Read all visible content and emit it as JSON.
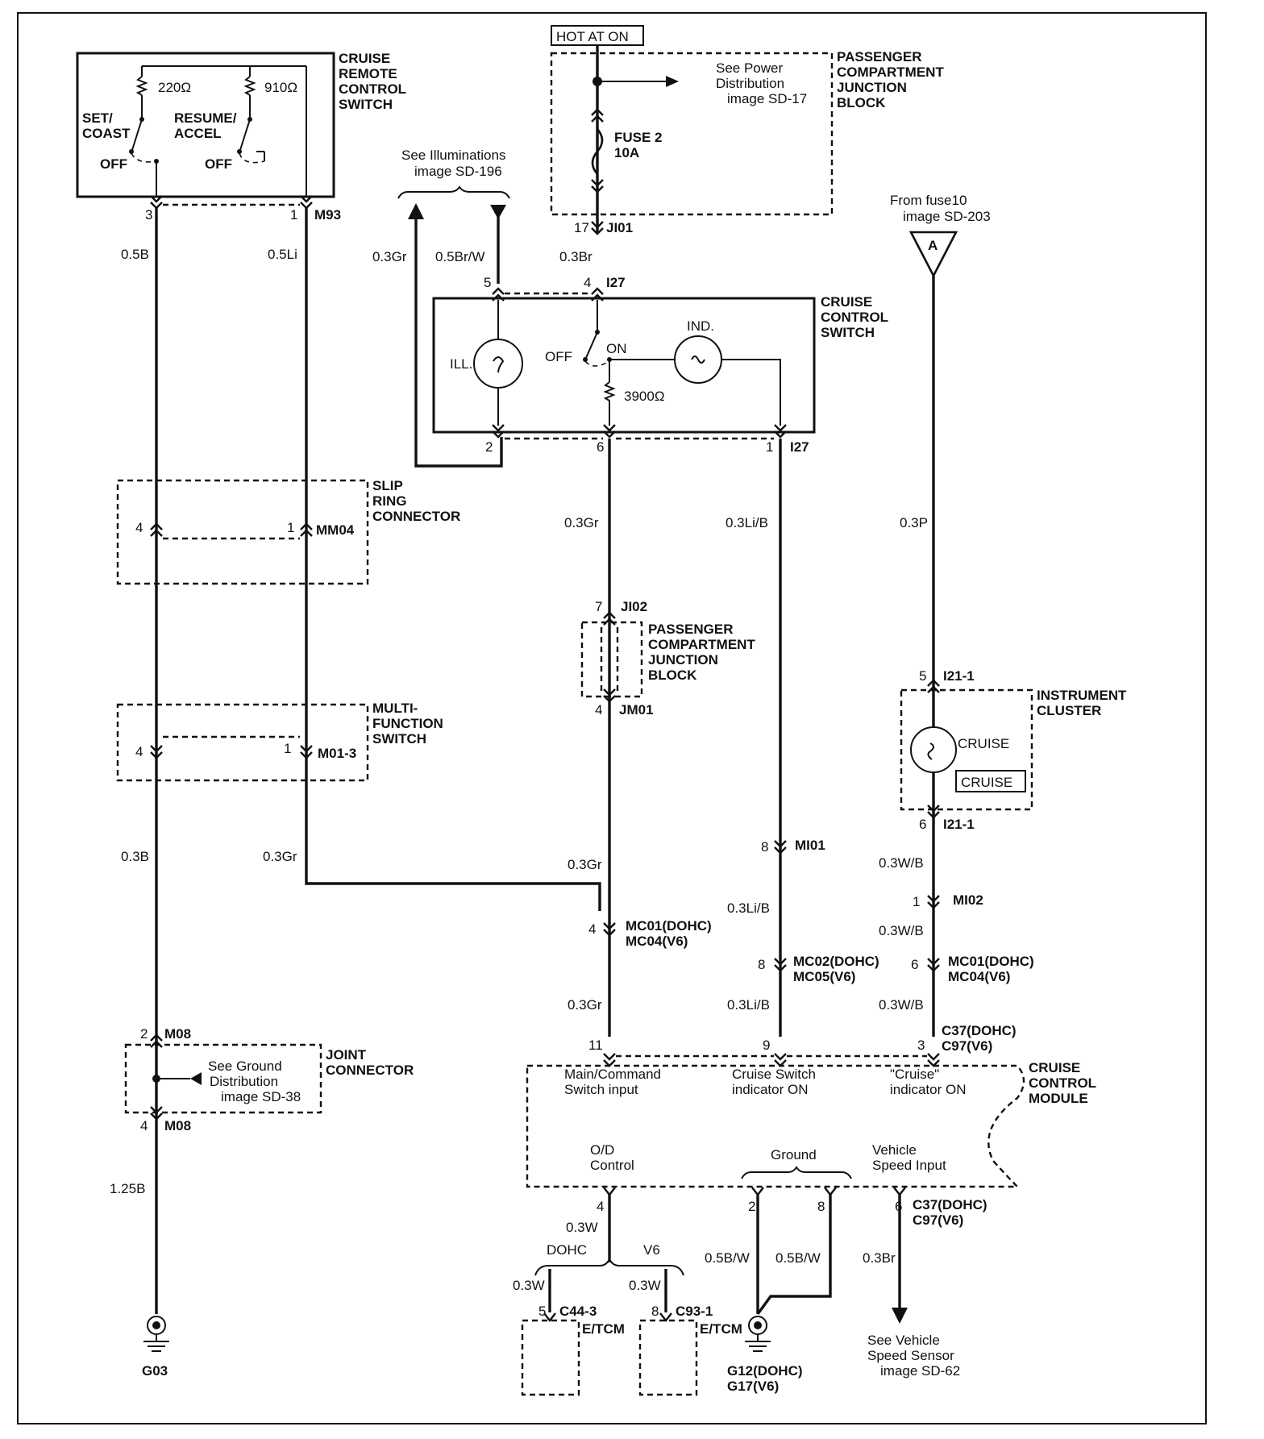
{
  "remote_switch": {
    "title": [
      "CRUISE",
      "REMOTE",
      "CONTROL",
      "SWITCH"
    ],
    "r1": "220Ω",
    "r2": "910Ω",
    "set_coast": [
      "SET/",
      "COAST"
    ],
    "resume_accel": [
      "RESUME/",
      "ACCEL"
    ],
    "off": "OFF",
    "pin_left": "3",
    "pin_right": "1",
    "connector": "M93"
  },
  "hot_at_on": "HOT AT ON",
  "pcjb_top": {
    "title": [
      "PASSENGER",
      "COMPARTMENT",
      "JUNCTION",
      "BLOCK"
    ],
    "see_power": [
      "See Power",
      "Distribution",
      "image SD-17"
    ],
    "fuse": [
      "FUSE 2",
      "10A"
    ],
    "pin": "17",
    "connector": "JI01"
  },
  "illum_note": [
    "See Illuminations",
    "image SD-196"
  ],
  "fuse10_note": [
    "From fuse10",
    "image SD-203"
  ],
  "offpage_a": "A",
  "cruise_switch": {
    "title": [
      "CRUISE",
      "CONTROL",
      "SWITCH"
    ],
    "ill": "ILL.",
    "ind": "IND.",
    "off": "OFF",
    "on": "ON",
    "resistor": "3900Ω",
    "pin5": "5",
    "pin4": "4",
    "top_connector": "I27",
    "pin2": "2",
    "pin6": "6",
    "pin1": "1",
    "bottom_connector": "I27"
  },
  "wires": {
    "w_05B": "0.5B",
    "w_05Li": "0.5Li",
    "w_03Gr_top": "0.3Gr",
    "w_05BrW": "0.5Br/W",
    "w_03Br": "0.3Br",
    "w_03Gr_mid": "0.3Gr",
    "w_03LiB_mid": "0.3Li/B",
    "w_03P": "0.3P",
    "w_03B": "0.3B",
    "w_03Gr_left": "0.3Gr",
    "w_03Gr_jm": "0.3Gr",
    "w_03LiB_a": "0.3Li/B",
    "w_03WB_a": "0.3W/B",
    "w_03WB_b": "0.3W/B",
    "w_03Gr_low": "0.3Gr",
    "w_03LiB_low": "0.3Li/B",
    "w_03WB_low": "0.3W/B",
    "w_125B": "1.25B",
    "w_03W": "0.3W",
    "w_03W_dohc": "0.3W",
    "w_03W_v6": "0.3W",
    "w_05BW_a": "0.5B/W",
    "w_05BW_b": "0.5B/W",
    "w_03Br_low": "0.3Br"
  },
  "slip_ring": {
    "title": [
      "SLIP",
      "RING",
      "CONNECTOR"
    ],
    "pin_left": "4",
    "pin_right": "1",
    "connector": "MM04"
  },
  "multi_function": {
    "title": [
      "MULTI-",
      "FUNCTION",
      "SWITCH"
    ],
    "pin_left": "4",
    "pin_right": "1",
    "connector": "M01-3"
  },
  "pcjb_mid": {
    "title": [
      "PASSENGER",
      "COMPARTMENT",
      "JUNCTION",
      "BLOCK"
    ],
    "pin_top": "7",
    "connector_top": "JI02",
    "pin_bottom": "4",
    "connector_bottom": "JM01"
  },
  "instrument_cluster": {
    "title": [
      "INSTRUMENT",
      "CLUSTER"
    ],
    "lamp": "CRUISE",
    "indicator": "CRUISE",
    "pin_top": "5",
    "connector_top": "I21-1",
    "pin_bottom": "6",
    "connector_bottom": "I21-1"
  },
  "connectors": {
    "mi01_pin": "8",
    "mi01": "MI01",
    "mi02_pin": "1",
    "mi02": "MI02",
    "mc_a_pin": "4",
    "mc_a": [
      "MC01(DOHC)",
      "MC04(V6)"
    ],
    "mc_b_pin": "8",
    "mc_b": [
      "MC02(DOHC)",
      "MC05(V6)"
    ],
    "mc_c_pin": "6",
    "mc_c": [
      "MC01(DOHC)",
      "MC04(V6)"
    ]
  },
  "joint_connector": {
    "title": [
      "JOINT",
      "CONNECTOR"
    ],
    "see_ground": [
      "See Ground",
      "Distribution",
      "image SD-38"
    ],
    "pin_top": "2",
    "connector_top": "M08",
    "pin_bottom": "4",
    "connector_bottom": "M08"
  },
  "module": {
    "title": [
      "CRUISE",
      "CONTROL",
      "MODULE"
    ],
    "pin_11": "11",
    "pin_9": "9",
    "pin_3": "3",
    "connector_top": [
      "C37(DOHC)",
      "C97(V6)"
    ],
    "main_input": [
      "Main/Command",
      "Switch input"
    ],
    "cruise_switch_ind": [
      "Cruise Switch",
      "indicator ON"
    ],
    "cruise_ind": [
      "\"Cruise\"",
      "indicator ON"
    ],
    "od_control": [
      "O/D",
      "Control"
    ],
    "ground": "Ground",
    "vehicle_speed": [
      "Vehicle",
      "Speed Input"
    ],
    "pin_4": "4",
    "pin_2": "2",
    "pin_8": "8",
    "pin_6": "6",
    "connector_bottom": [
      "C37(DOHC)",
      "C97(V6)"
    ]
  },
  "etcm": {
    "dohc": "DOHC",
    "v6": "V6",
    "dohc_pin": "5",
    "dohc_conn": "C44-3",
    "v6_pin": "8",
    "v6_conn": "C93-1",
    "name": "E/TCM"
  },
  "grounds": {
    "g03": "G03",
    "g12": [
      "G12(DOHC)",
      "G17(V6)"
    ]
  },
  "speed_sensor_note": [
    "See Vehicle",
    "Speed Sensor",
    "image SD-62"
  ]
}
